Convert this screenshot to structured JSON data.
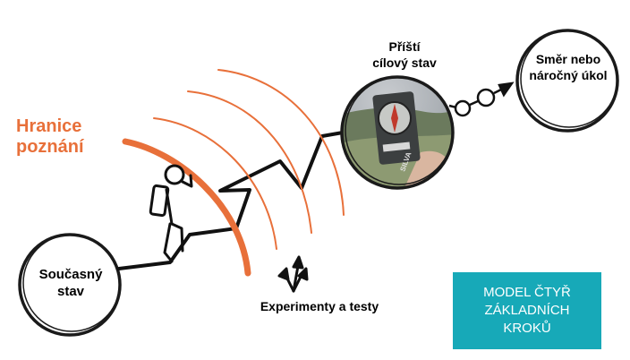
{
  "labels": {
    "current_state": "Současný\nstav",
    "next_target": "Příští\ncílový stav",
    "direction": "Směr nebo\nnáročný úkol",
    "knowledge_frontier": "Hranice\npoznání",
    "experiments": "Experimenty a testy"
  },
  "model_box": {
    "text": "MODEL ČTYŘ\nZÁKLADNÍCH\nKROKŮ"
  },
  "photo": {
    "compass_brand": "SILVA"
  },
  "colors": {
    "frontier": "#e8703a",
    "model_box": "#17a9b8",
    "outline": "#1a1a1a"
  }
}
